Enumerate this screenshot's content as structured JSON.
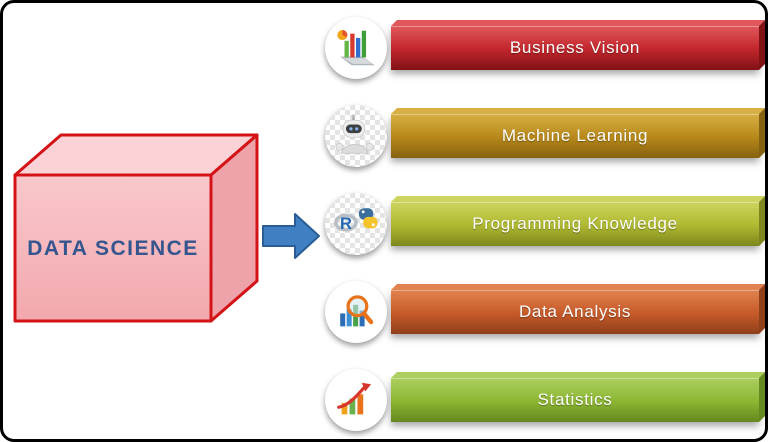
{
  "frame": {
    "border_color": "#000000",
    "background": "#ffffff"
  },
  "source_box": {
    "label": "DATA SCIENCE",
    "text_color": "#35558e",
    "face_color": "#f6b6bb",
    "edge_color": "#d41317"
  },
  "arrow": {
    "direction": "right",
    "color": "#4080c2",
    "outline": "#2a5d96"
  },
  "icons": {
    "r_letter": "R"
  },
  "banners": [
    {
      "label": "Business Vision",
      "icon": "3d-bar-chart-icon",
      "colors": {
        "light": "#e0585c",
        "main": "#c2272c",
        "dark": "#801216"
      }
    },
    {
      "label": "Machine Learning",
      "icon": "robot-icon",
      "colors": {
        "light": "#d7af45",
        "main": "#b8891a",
        "dark": "#85620f"
      }
    },
    {
      "label": "Programming Knowledge",
      "icon": "r-python-icon",
      "colors": {
        "light": "#cdd45f",
        "main": "#b0ba32",
        "dark": "#7e871d"
      }
    },
    {
      "label": "Data Analysis",
      "icon": "magnifier-chart-icon",
      "colors": {
        "light": "#e08350",
        "main": "#c75b2a",
        "dark": "#8f3f1a"
      }
    },
    {
      "label": "Statistics",
      "icon": "growth-chart-icon",
      "colors": {
        "light": "#accf60",
        "main": "#8db733",
        "dark": "#63891f"
      }
    }
  ]
}
